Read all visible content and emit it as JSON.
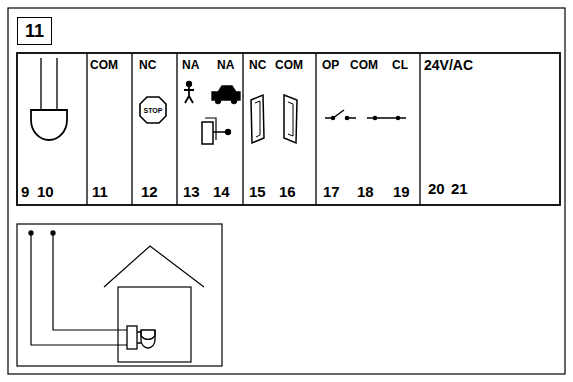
{
  "diagram": {
    "nodes": [
      {
        "text": [
          "11"
        ]
      },
      {
        "text": [
          "STOP"
        ]
      }
    ],
    "labels": [
      "COM",
      "NC",
      "NA",
      "NA",
      "NC",
      "COM",
      "OP",
      "COM",
      "CL",
      "24V/AC",
      "9",
      "10",
      "11",
      "12",
      "13",
      "14",
      "15",
      "16",
      "17",
      "18",
      "19",
      "20",
      "21"
    ]
  }
}
